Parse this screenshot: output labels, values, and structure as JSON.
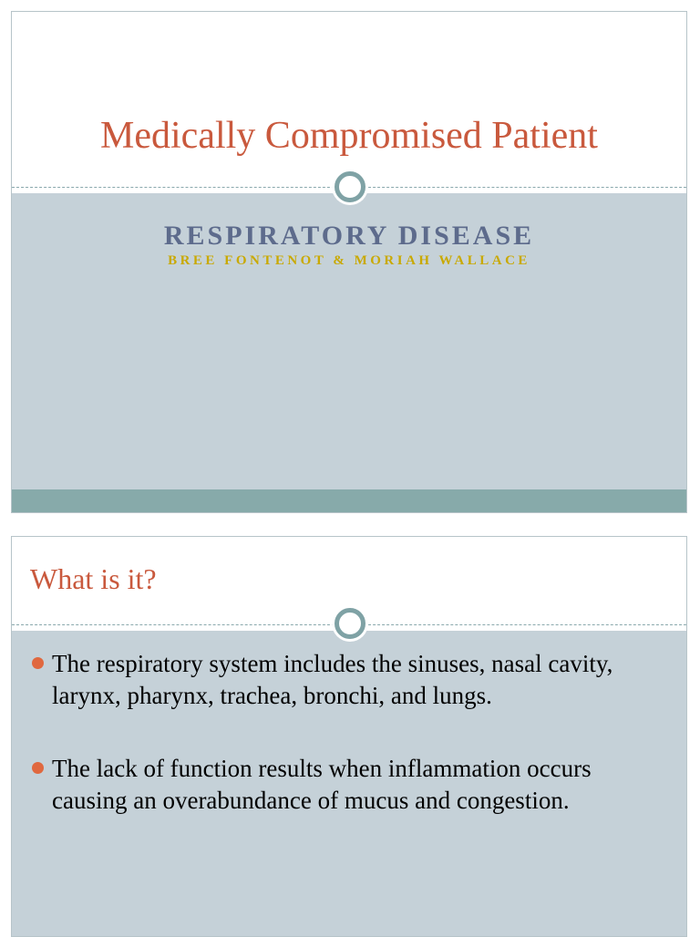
{
  "slides": [
    {
      "title": "Medically Compromised Patient",
      "subtitle": "RESPIRATORY DISEASE",
      "authors": "BREE FONTENOT & MORIAH WALLACE"
    },
    {
      "title": "What is it?",
      "bullets": [
        "The respiratory system includes the sinuses, nasal cavity, larynx, pharynx, trachea, bronchi, and lungs.",
        "The lack of function results when inflammation occurs causing an overabundance of mucus and congestion."
      ]
    }
  ],
  "colors": {
    "title": "#c9593d",
    "subtitle": "#5d6b8c",
    "authors": "#c9a900",
    "body_background": "#c5d1d8",
    "footer_bar": "#87aaaa",
    "ring": "#7fa2a5",
    "bullet": "#e0683f"
  }
}
